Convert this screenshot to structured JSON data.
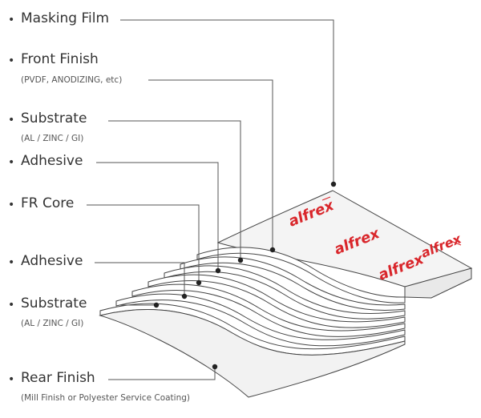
{
  "layers": [
    {
      "title": "Masking Film",
      "subtitle": ""
    },
    {
      "title": "Front Finish",
      "subtitle": "(PVDF, ANODIZING, etc)"
    },
    {
      "title": "Substrate",
      "subtitle": "(AL / ZINC / GI)"
    },
    {
      "title": "Adhesive",
      "subtitle": ""
    },
    {
      "title": "FR Core",
      "subtitle": ""
    },
    {
      "title": "Adhesive",
      "subtitle": ""
    },
    {
      "title": "Substrate",
      "subtitle": "(AL / ZINC / GI)"
    },
    {
      "title": "Rear Finish",
      "subtitle": "(Mill Finish or Polyester Service Coating)"
    }
  ],
  "brand": {
    "name": "alfrex",
    "color": "#d9262b"
  },
  "colors": {
    "line": "#555555",
    "panel_fill": "#f7f7f7",
    "edge": "#444444"
  }
}
